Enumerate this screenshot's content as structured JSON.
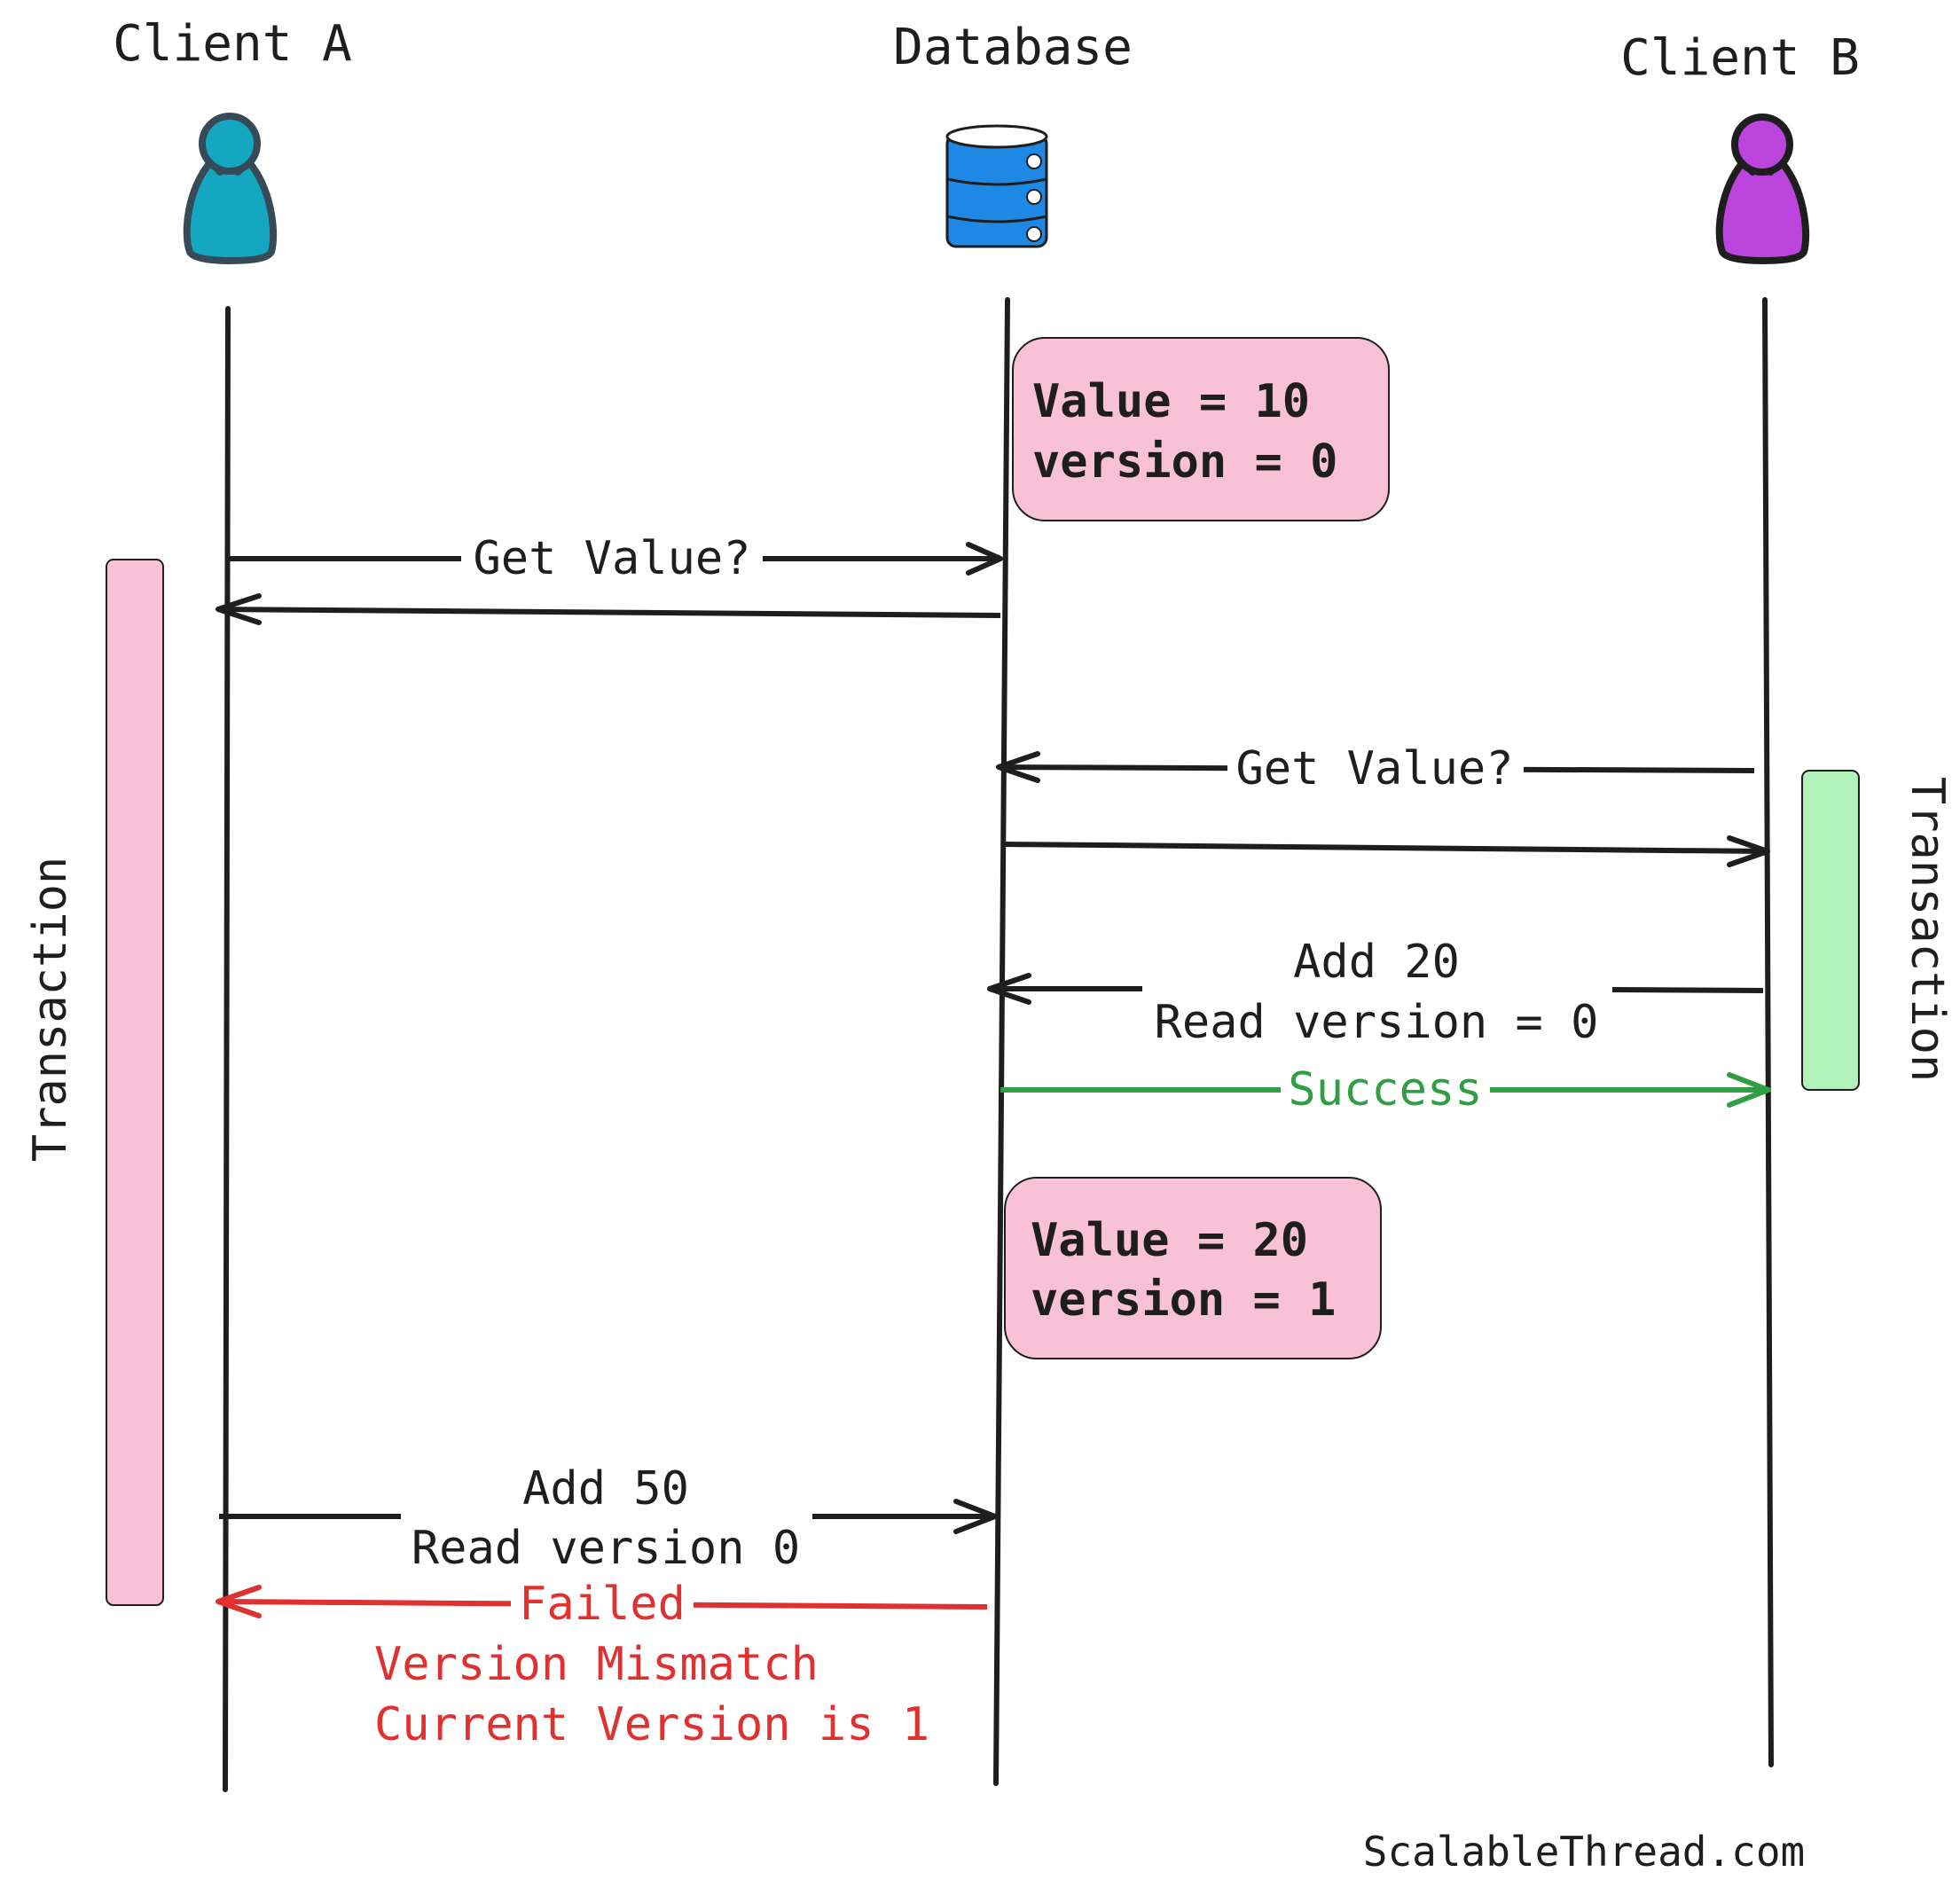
{
  "participants": {
    "client_a": {
      "name": "Client A",
      "color": "#13a8c0"
    },
    "database": {
      "name": "Database",
      "color": "#1e88e5"
    },
    "client_b": {
      "name": "Client B",
      "color": "#bb44dd"
    }
  },
  "state_boxes": {
    "initial": {
      "line1": "Value = 10",
      "line2": "version = 0"
    },
    "after_b": {
      "line1": "Value = 20",
      "line2": "version = 1"
    }
  },
  "messages": {
    "a_get_value": "Get Value?",
    "b_get_value": "Get Value?",
    "b_add_line1": "Add 20",
    "b_add_line2": "Read version = 0",
    "b_success": "Success",
    "a_add_line1": "Add 50",
    "a_add_line2": "Read version 0",
    "a_failed_line1": "Failed",
    "a_failed_line2": "Version Mismatch",
    "a_failed_line3": "Current Version is 1"
  },
  "transactions": {
    "client_a": {
      "label": "Transaction",
      "color": "#f9c1d6"
    },
    "client_b": {
      "label": "Transaction",
      "color": "#b2f2bb"
    }
  },
  "footer": {
    "credit": "ScalableThread.com"
  },
  "colors": {
    "ink": "#1e1e1e",
    "success": "#2f9e44",
    "failure": "#e03131",
    "state_box_fill": "#f9c1d6"
  }
}
